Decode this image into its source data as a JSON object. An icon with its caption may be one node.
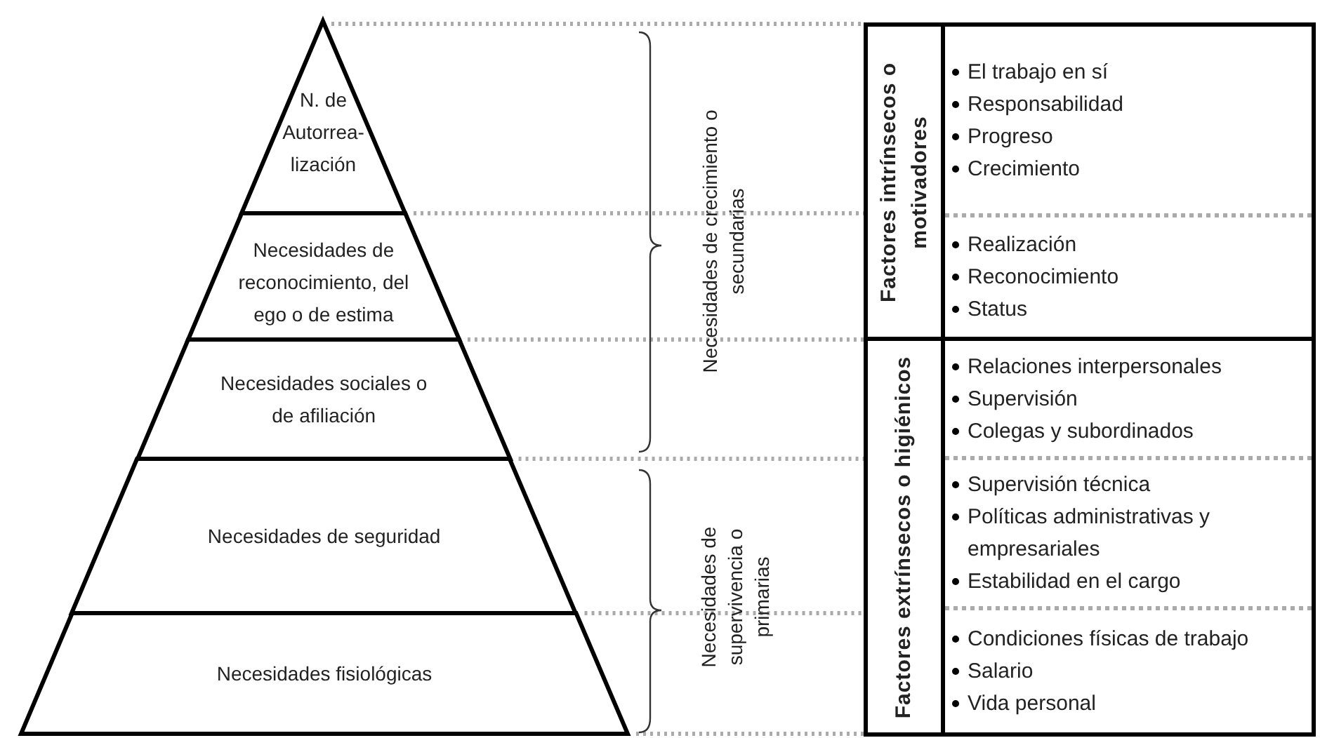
{
  "diagram": {
    "nodes": [
      {
        "text": [
          "N. de Autorrea-lización"
        ]
      },
      {
        "text": [
          "Necesidades de reconocimiento, del ego o de estima"
        ]
      },
      {
        "text": [
          "Necesidades sociales o de afiliación"
        ]
      },
      {
        "text": [
          "Necesidades de seguridad"
        ]
      },
      {
        "text": [
          "Necesidades fisiológicas"
        ]
      },
      {
        "text": [
          "Factores intrínsecos o motivadores"
        ]
      },
      {
        "text": [
          "Factores extrínsecos o higiénicos"
        ]
      },
      {
        "text": [
          "El trabajo en sí",
          "Responsabilidad",
          "Progreso",
          "Crecimiento"
        ]
      },
      {
        "text": [
          "Realización",
          "Reconocimiento",
          "Status"
        ]
      },
      {
        "text": [
          "Relaciones interpersonales",
          "Supervisión",
          "Colegas y subordinados"
        ]
      },
      {
        "text": [
          "Supervisión técnica",
          "Políticas administrativas y empresariales",
          "Estabilidad en el cargo"
        ]
      },
      {
        "text": [
          "Condiciones físicas de trabajo",
          "Salario",
          "Vida personal"
        ]
      }
    ],
    "labels": [
      "Necesidades de crecimiento o secundarias",
      "Necesidades de supervivencia o primarias"
    ]
  }
}
